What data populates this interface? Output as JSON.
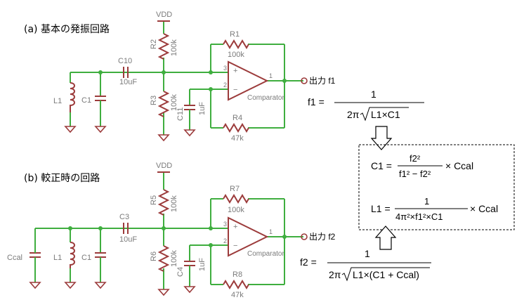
{
  "titles": {
    "a": "(a) 基本の発振回路",
    "b": "(b) 較正時の回路"
  },
  "circuit_a": {
    "vdd": "VDD",
    "r2": "R2",
    "r2_val": "100k",
    "r1": "R1",
    "r1_val": "100k",
    "r3": "R3",
    "r3_val": "100k",
    "r4": "R4",
    "r4_val": "47k",
    "c10": "C10",
    "c10_val": "10uF",
    "c11": "C11",
    "c11_val": "1uF",
    "l1": "L1",
    "c1": "C1",
    "comparator": "Comparator",
    "pin_plus": "3",
    "pin_minus": "2",
    "pin_out": "1",
    "output": "出力 f1"
  },
  "circuit_b": {
    "vdd": "VDD",
    "r5": "R5",
    "r5_val": "100k",
    "r7": "R7",
    "r7_val": "100k",
    "r6": "R6",
    "r6_val": "100k",
    "r8": "R8",
    "r8_val": "47k",
    "c3": "C3",
    "c3_val": "10uF",
    "c4": "C4",
    "c4_val": "1uF",
    "ccal": "Ccal",
    "l1": "L1",
    "c1": "C1",
    "comparator": "Comparator",
    "pin_plus": "3",
    "pin_minus": "2",
    "pin_out": "1",
    "output": "出力 f2"
  },
  "formulas": {
    "f1_lhs": "f1 =",
    "f1_num": "1",
    "f1_den_prefix": "2π",
    "f1_den_rad": "L1×C1",
    "c1_lhs": "C1 =",
    "c1_num": "f2²",
    "c1_den": "f1² − f2²",
    "c1_tail": "× Ccal",
    "l1_lhs": "L1 =",
    "l1_num": "1",
    "l1_den": "4π²×f1²×C1",
    "l1_tail": "× Ccal",
    "f2_lhs": "f2 =",
    "f2_num": "1",
    "f2_den_prefix": "2π",
    "f2_den_rad": "L1×(C1 + Ccal)"
  }
}
